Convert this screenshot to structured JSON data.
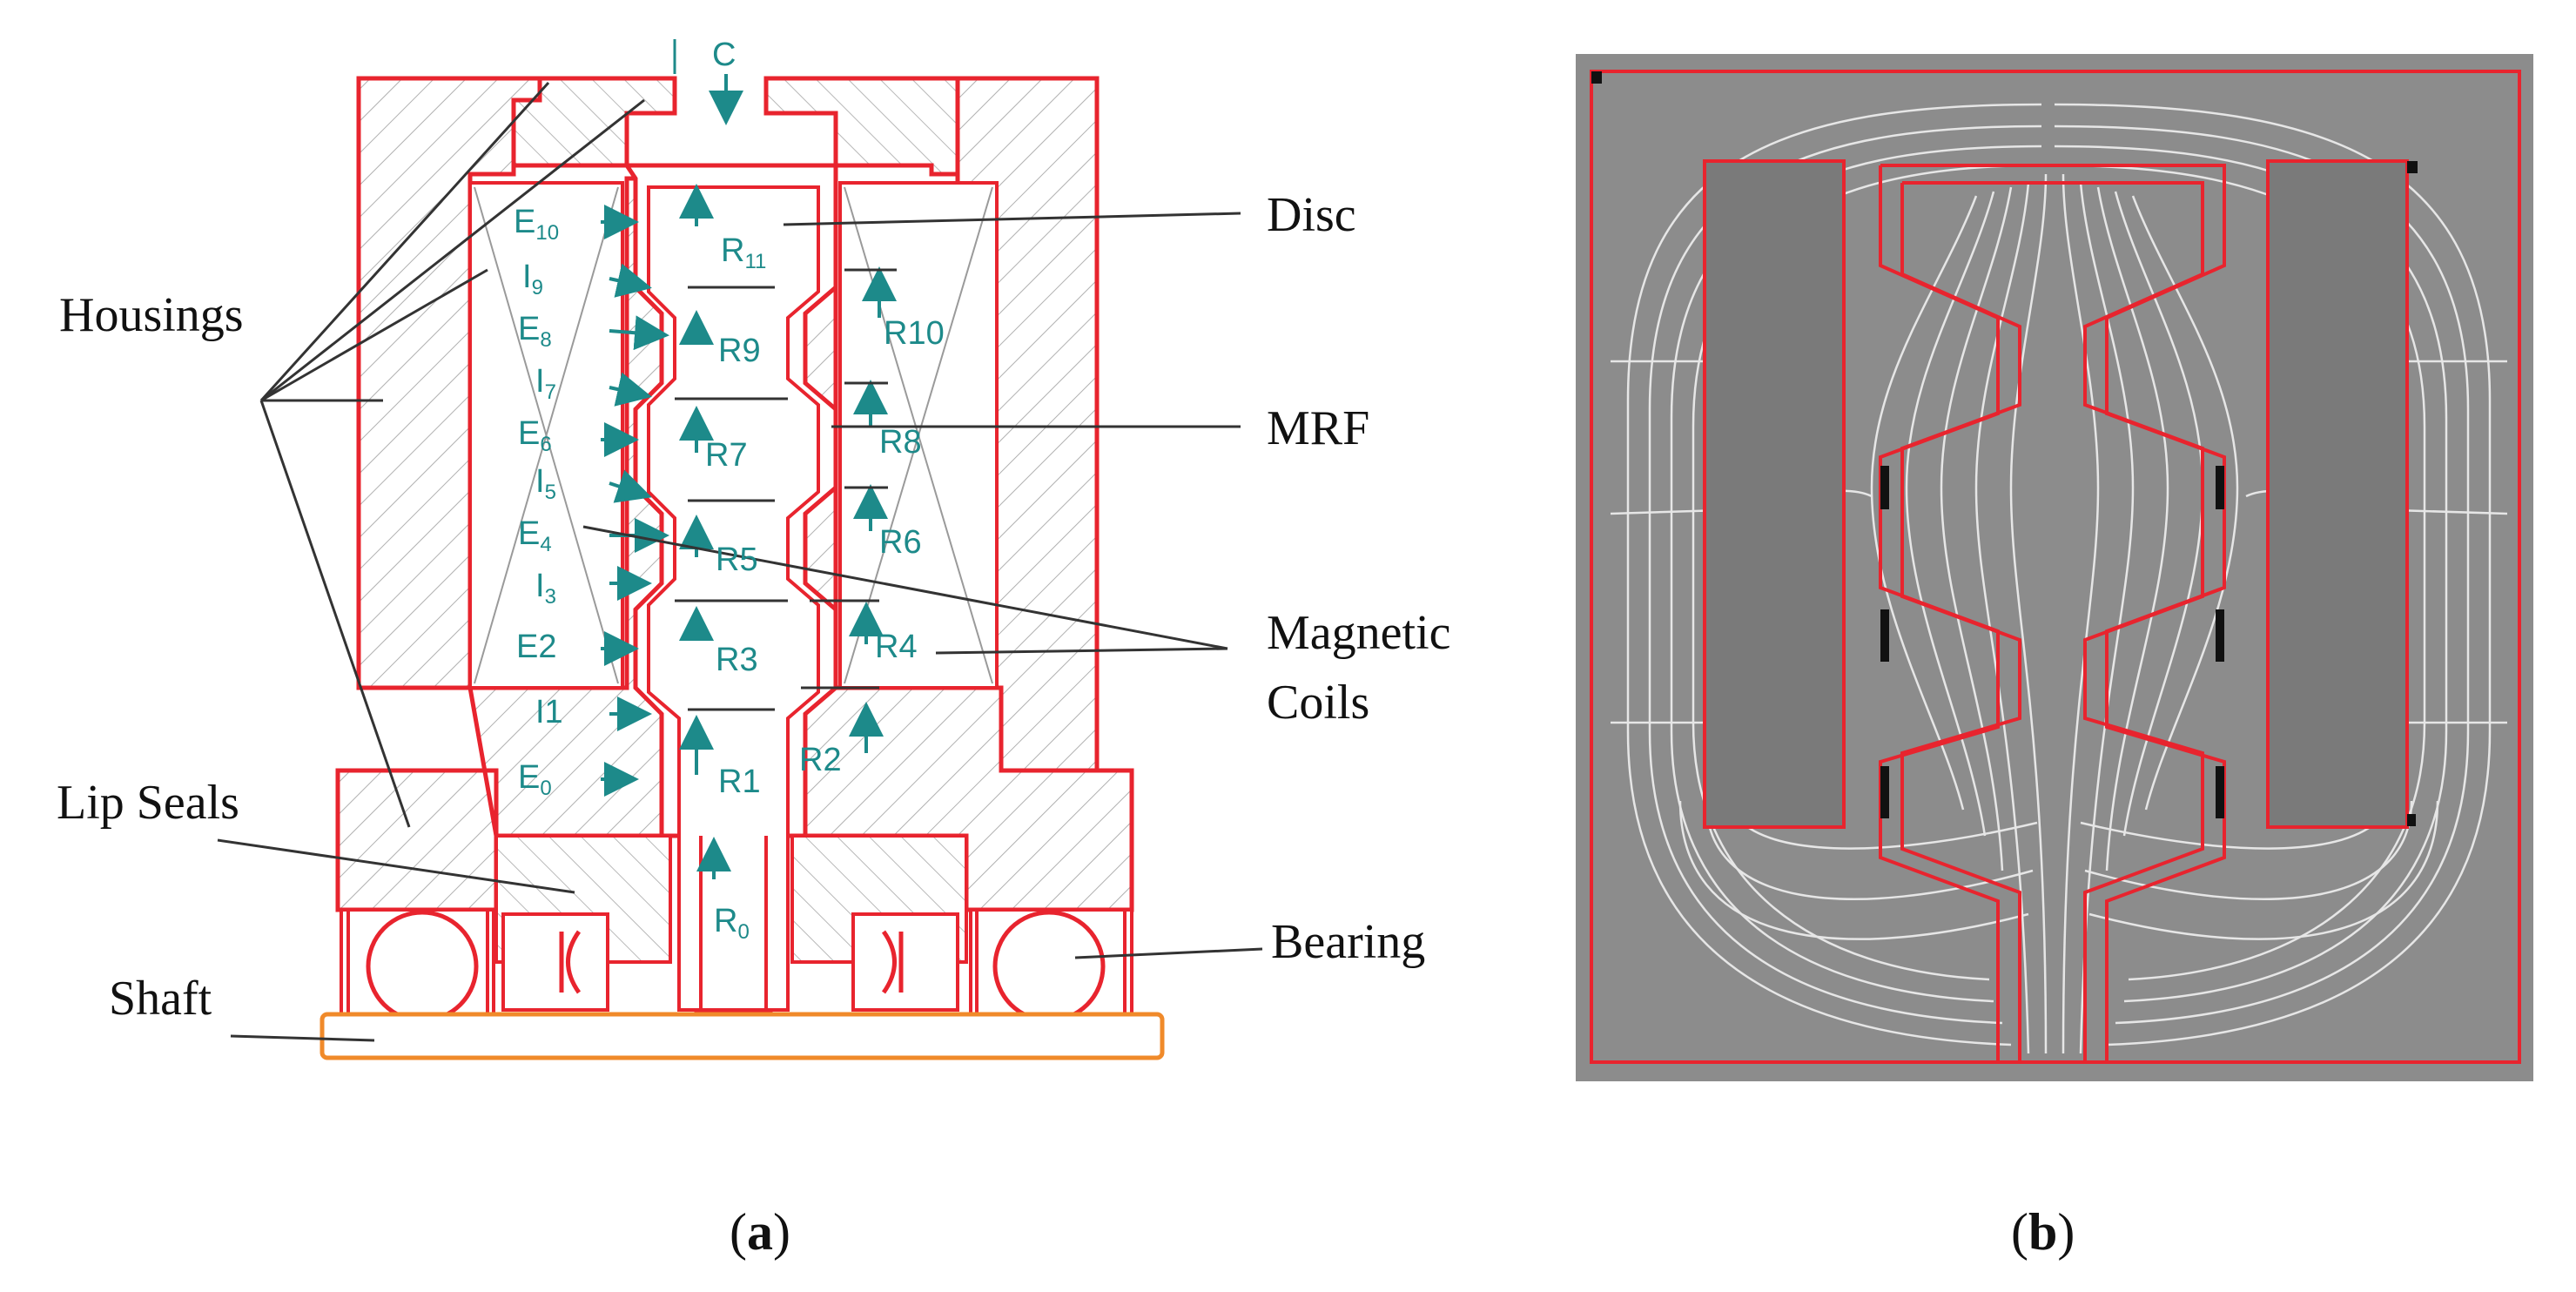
{
  "panel_a": {
    "callouts": {
      "housings": "Housings",
      "lip_seals": "Lip Seals",
      "shaft": "Shaft",
      "disc": "Disc",
      "mrf": "MRF",
      "magnetic_coils_1": "Magnetic",
      "magnetic_coils_2": "Coils",
      "bearing": "Bearing"
    },
    "dims": {
      "c": "C",
      "e10": "E",
      "e10_sub": "10",
      "i9": "I",
      "i9_sub": "9",
      "e8": "E",
      "e8_sub": "8",
      "i7": "I",
      "i7_sub": "7",
      "e6": "E",
      "e6_sub": "6",
      "i5": "I",
      "i5_sub": "5",
      "e4": "E",
      "e4_sub": "4",
      "i3": "I",
      "i3_sub": "3",
      "e2": "E2",
      "i1": "I1",
      "e0": "E",
      "e0_sub": "0",
      "r11": "R",
      "r11_sub": "11",
      "r9": "R9",
      "r7": "R7",
      "r5": "R5",
      "r3": "R3",
      "r1": "R1",
      "r0": "R",
      "r0_sub": "0",
      "r10": "R10",
      "r8": "R8",
      "r6": "R6",
      "r4": "R4",
      "r2": "R2"
    },
    "label": "a"
  },
  "panel_b": {
    "label": "b"
  },
  "colors": {
    "outline": "#e8242e",
    "hatch": "#b0b0b0",
    "dimension": "#1d8a8a",
    "shaft": "#f08a2a",
    "field_bg": "#8c8c8c",
    "flux_line": "#e6e6e6",
    "coil_block": "#7a7a7a"
  }
}
